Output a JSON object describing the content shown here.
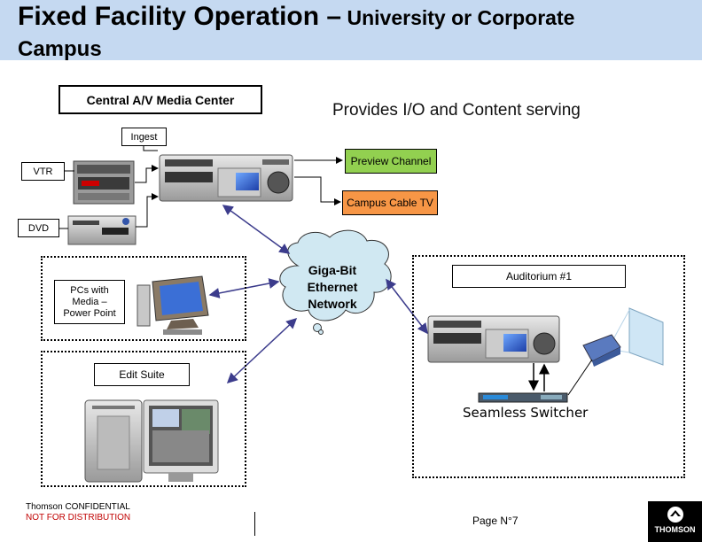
{
  "title": {
    "main": "Fixed Facility Operation –",
    "sub": " University or Corporate",
    "line2": "Campus"
  },
  "central_center": "Central A/V Media Center",
  "provides": "Provides I/O and Content serving",
  "labels": {
    "ingest": "Ingest",
    "vtr": "VTR",
    "dvd": "DVD",
    "preview_channel": "Preview Channel",
    "campus_cable": "Campus Cable TV",
    "pcs_line1": "PCs with",
    "pcs_line2": "Media –",
    "pcs_line3": "Power Point",
    "edit_suite": "Edit Suite",
    "auditorium": "Auditorium #1",
    "cloud": "Giga-Bit\nEthernet\nNetwork",
    "switcher": "Seamless Switcher"
  },
  "footer": {
    "confidential": "Thomson CONFIDENTIAL",
    "not_for_distribution": "NOT FOR DISTRIBUTION",
    "page": "Page N°7",
    "logo": "THOMSON"
  },
  "icons": [
    "server-icon",
    "vtr-deck-icon",
    "dvd-player-icon",
    "pc-icon",
    "network-cloud-icon",
    "mac-tower-icon",
    "monitor-icon",
    "projector-icon",
    "switcher-icon",
    "thomson-logo-icon"
  ],
  "colors": {
    "title_band": "#c5d9f1",
    "preview": "#92d050",
    "cable": "#f79646",
    "cloud": "#d0e8f2",
    "link": "#3c3c8c",
    "red_text": "#c00000"
  }
}
